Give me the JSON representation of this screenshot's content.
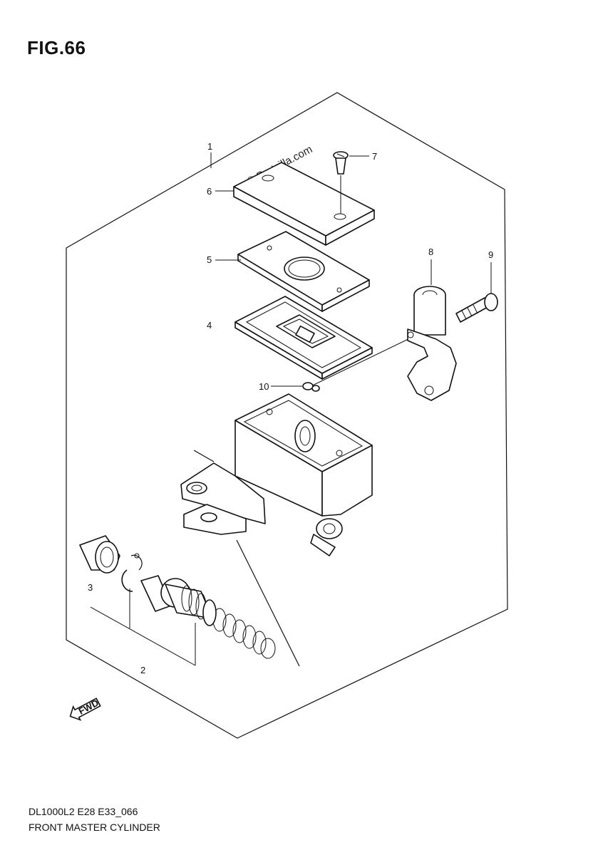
{
  "figure": {
    "title": "FIG.66"
  },
  "watermark": "© Partzilla.com",
  "callouts": {
    "c1": "1",
    "c2": "2",
    "c3": "3",
    "c4": "4",
    "c5": "5",
    "c6": "6",
    "c7": "7",
    "c8": "8",
    "c9": "9",
    "c10": "10"
  },
  "fwd_label": "FWD",
  "footer": {
    "code": "DL1000L2 E28 E33_066",
    "name": "FRONT MASTER CYLINDER"
  }
}
